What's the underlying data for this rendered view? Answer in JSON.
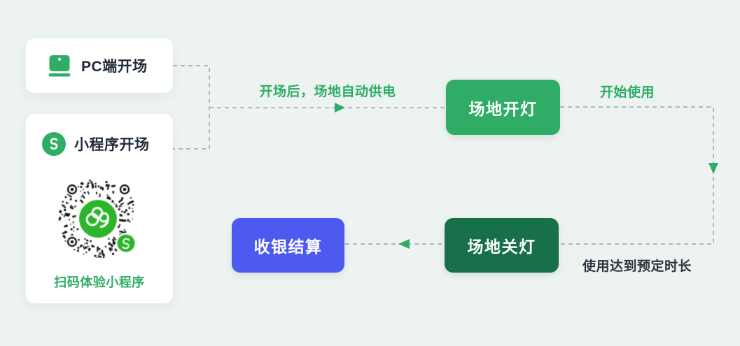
{
  "colors": {
    "background": "#edf3f1",
    "card_white": "#ffffff",
    "brand_green": "#2fac66",
    "qr_green": "#2cb42b",
    "dark_green": "#17704a",
    "blue": "#4c5af0",
    "dash_gray": "#b3b9b6",
    "text_dark": "#222b36",
    "qr_ink": "#161616"
  },
  "sources": {
    "pc": {
      "label": "PC端开场",
      "icon": "laptop-icon"
    },
    "mini": {
      "label": "小程序开场",
      "icon": "miniprogram-icon",
      "qr_caption": "扫码体验小程序"
    }
  },
  "nodes": {
    "lights_on": {
      "label": "场地开灯"
    },
    "lights_off": {
      "label": "场地关灯"
    },
    "checkout": {
      "label": "收银结算"
    }
  },
  "edges": {
    "auto_power": {
      "label": "开场后，场地自动供电"
    },
    "start_use": {
      "label": "开始使用"
    },
    "duration": {
      "label": "使用达到预定时长"
    }
  }
}
